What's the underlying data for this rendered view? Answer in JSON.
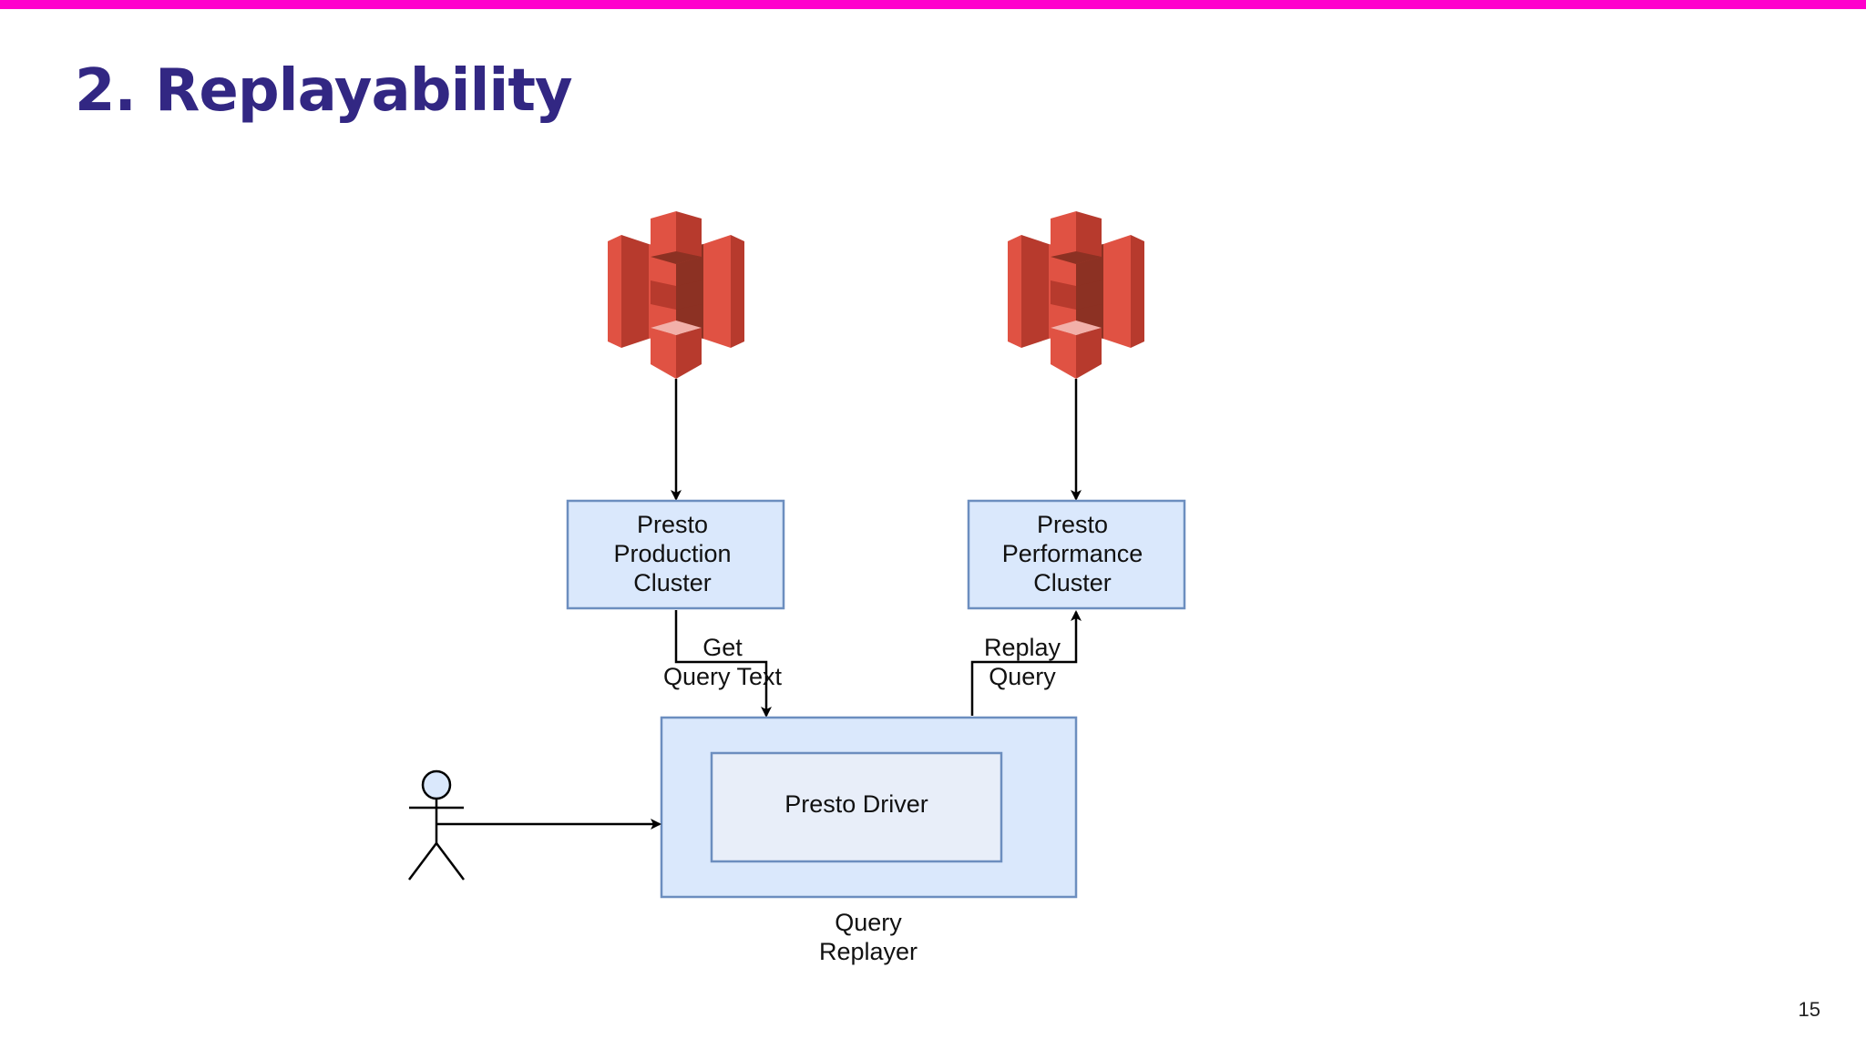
{
  "slide": {
    "title": "2. Replayability",
    "page_number": "15"
  },
  "colors": {
    "accent_bar": "#ff00cc",
    "title": "#322783",
    "node_fill": "#dae8fc",
    "node_stroke": "#6c8ebf",
    "inner_fill": "#e8eef9",
    "s3_red": "#e05243",
    "s3_dark": "#8c3123",
    "s3_mid": "#b73a2d",
    "s3_light": "#f2b0a9"
  },
  "diagram": {
    "icons": [
      {
        "name": "s3-bucket-production-icon"
      },
      {
        "name": "s3-bucket-performance-icon"
      }
    ],
    "nodes": {
      "production": {
        "line1": "Presto",
        "line2": "Production",
        "line3": "Cluster"
      },
      "performance": {
        "line1": "Presto",
        "line2": "Performance",
        "line3": "Cluster"
      },
      "replayer": {
        "label_line1": "Query",
        "label_line2": "Replayer"
      },
      "driver": {
        "label": "Presto Driver"
      }
    },
    "edges": {
      "get_query_text": {
        "line1": "Get",
        "line2": "Query Text"
      },
      "replay_query": {
        "line1": "Replay",
        "line2": "Query"
      }
    },
    "actor": {
      "name": "user-actor-icon"
    }
  }
}
